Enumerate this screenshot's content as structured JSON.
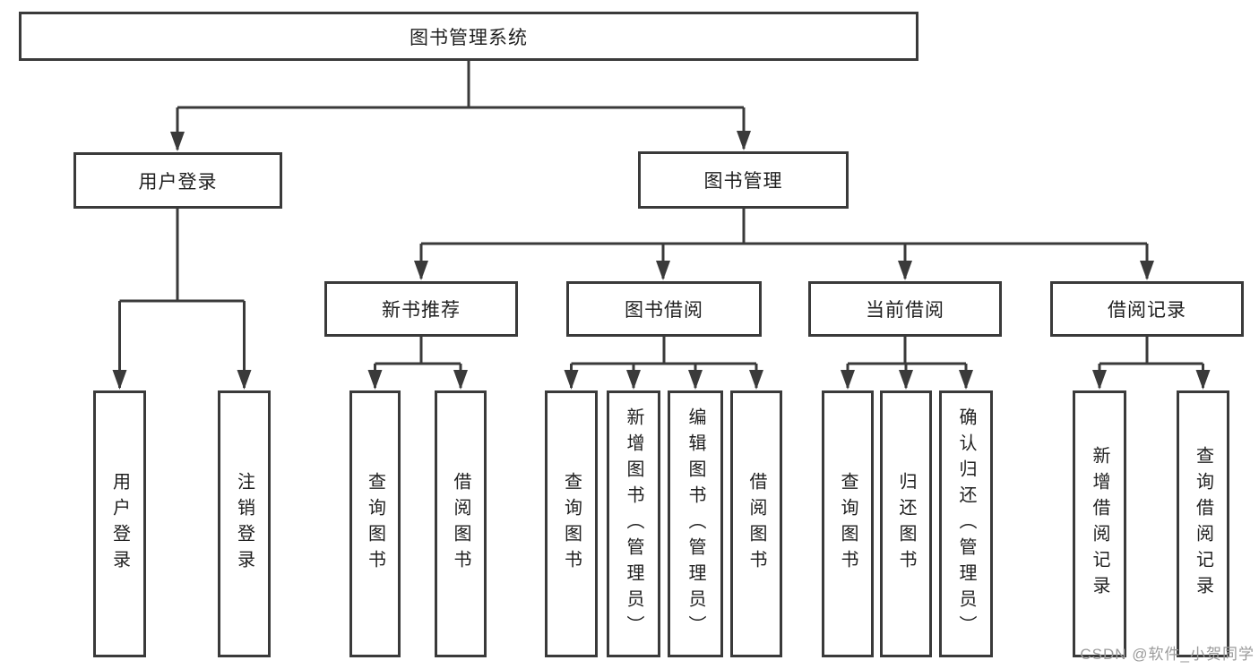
{
  "diagram": {
    "title": "图书管理系统",
    "branches": [
      {
        "label": "用户登录",
        "leaves": [
          "用户登录",
          "注销登录"
        ]
      },
      {
        "label": "图书管理",
        "sections": [
          {
            "label": "新书推荐",
            "leaves": [
              "查询图书",
              "借阅图书"
            ]
          },
          {
            "label": "图书借阅",
            "leaves": [
              "查询图书",
              "新增图书（管理员）",
              "编辑图书（管理员）",
              "借阅图书"
            ]
          },
          {
            "label": "当前借阅",
            "leaves": [
              "查询图书",
              "归还图书",
              "确认归还（管理员）"
            ]
          },
          {
            "label": "借阅记录",
            "leaves": [
              "新增借阅记录",
              "查询借阅记录"
            ]
          }
        ]
      }
    ]
  },
  "colors": {
    "line": "#3a3a3a",
    "box_border": "#3a3a3a",
    "text": "#1f1f1f",
    "watermark": "#9b9b9b"
  },
  "watermark": "CSDN @软件_小贺同学"
}
